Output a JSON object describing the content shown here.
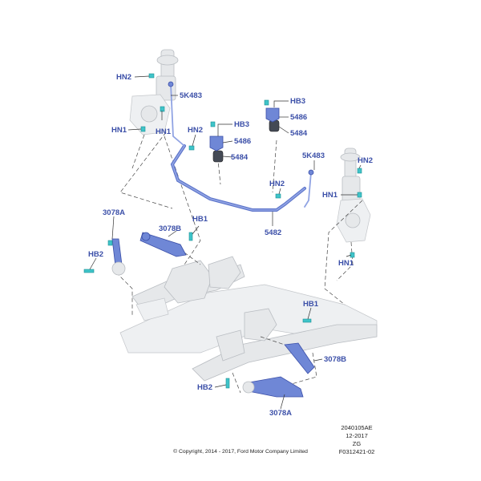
{
  "callouts": {
    "hn2_top_left": "HN2",
    "5k483_left": "5K483",
    "hn1_left_a": "HN1",
    "hn1_left_b": "HN1",
    "hn2_mid": "HN2",
    "hb3_top": "HB3",
    "5486_top": "5486",
    "5484_top": "5484",
    "hb3_mid": "HB3",
    "5486_mid": "5486",
    "5484_mid": "5484",
    "5k483_right": "5K483",
    "hn2_right": "HN2",
    "hn2_right_mid": "HN2",
    "hn1_right": "HN1",
    "hn1_right_low": "HN1",
    "3078a_left": "3078A",
    "hb1_left": "HB1",
    "3078b_left": "3078B",
    "hb2_left": "HB2",
    "5482": "5482",
    "hb1_right": "HB1",
    "3078b_right": "3078B",
    "hb2_bottom": "HB2",
    "3078a_bottom": "3078A"
  },
  "reference": {
    "line1": "2040105AE",
    "line2": "12-2017",
    "line3": "ZG",
    "line4": "F0312421-02"
  },
  "copyright": "© Copyright, 2014 - 2017, Ford Motor Company Limited",
  "colors": {
    "part_highlight": "#6f87d6",
    "callout_text": "#3b4fa8",
    "fastener": "#3fc4c9",
    "background_parts": "#e6e8ea"
  }
}
